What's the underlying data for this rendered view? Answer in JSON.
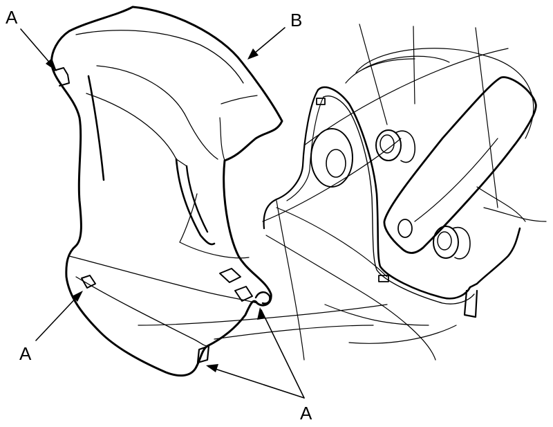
{
  "callouts": {
    "a_top_left": "A",
    "b_top": "B",
    "a_bottom_left": "A",
    "a_bottom_center": "A"
  },
  "colors": {
    "line": "#000000",
    "background": "#ffffff"
  }
}
